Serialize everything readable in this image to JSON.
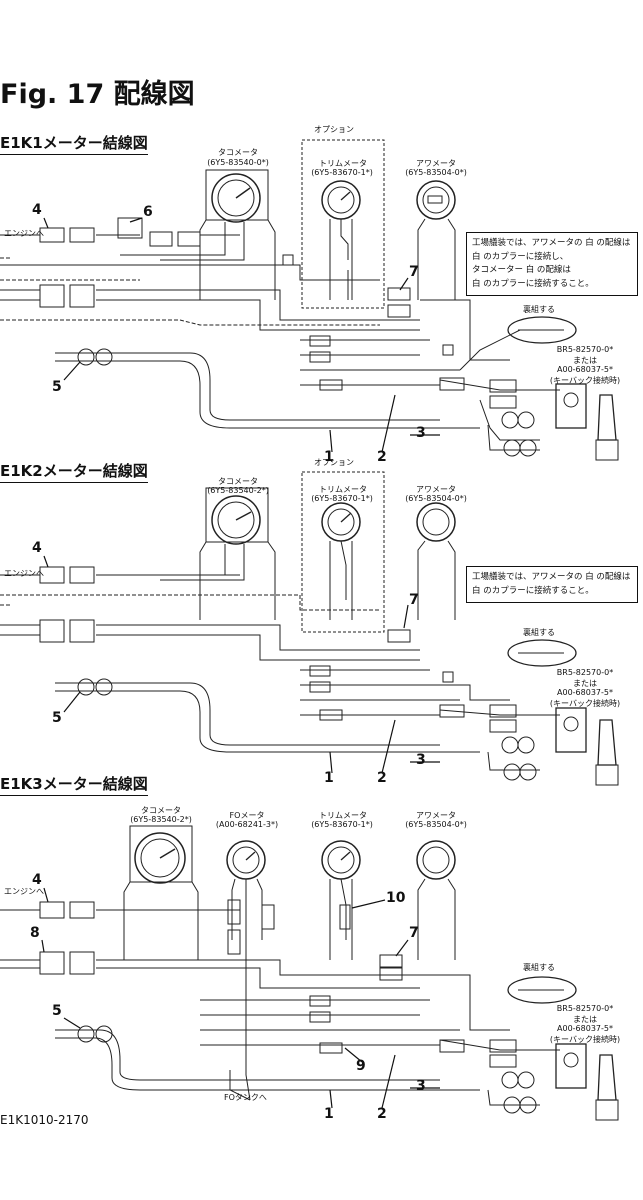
{
  "figure_title": "Fig. 17  配線図",
  "doc_code": "E1K1010-2170",
  "sections": [
    {
      "title": "E1K1メーター結線図",
      "option_label": "オプション",
      "meters": [
        {
          "name": "タコメータ",
          "part": "(6Y5-83540-0*)"
        },
        {
          "name": "トリムメータ",
          "part": "(6Y5-83670-1*)"
        },
        {
          "name": "アワメータ",
          "part": "(6Y5-83504-0*)"
        }
      ],
      "engine_label": "エンジンへ",
      "note_lines": [
        "工場艤装では、アワメータの 白 の配線は",
        "白 のカプラーに接続し、",
        "タコメーター 白 の配線は",
        "白 のカプラーに接続すること。"
      ],
      "buzzer_label": "裏組する",
      "remote_part": "BR5-82570-0*",
      "remote_or": "または",
      "remote_alt": "A00-68037-5*",
      "remote_note": "(キーバック接続時)",
      "callouts": [
        "4",
        "6",
        "7",
        "5",
        "1",
        "2",
        "3"
      ]
    },
    {
      "title": "E1K2メーター結線図",
      "option_label": "オプション",
      "meters": [
        {
          "name": "タコメータ",
          "part": "(6Y5-83540-2*)"
        },
        {
          "name": "トリムメータ",
          "part": "(6Y5-83670-1*)"
        },
        {
          "name": "アワメータ",
          "part": "(6Y5-83504-0*)"
        }
      ],
      "engine_label": "エンジンへ",
      "note_lines": [
        "工場艤装では、アワメータの 白 の配線は",
        "白 のカプラーに接続すること。"
      ],
      "buzzer_label": "裏組する",
      "remote_part": "BR5-82570-0*",
      "remote_or": "または",
      "remote_alt": "A00-68037-5*",
      "remote_note": "(キーバック接続時)",
      "callouts": [
        "4",
        "7",
        "5",
        "1",
        "2",
        "3"
      ]
    },
    {
      "title": "E1K3メーター結線図",
      "meters": [
        {
          "name": "タコメータ",
          "part": "(6Y5-83540-2*)"
        },
        {
          "name": "FOメータ",
          "part": "(A00-68241-3*)"
        },
        {
          "name": "トリムメータ",
          "part": "(6Y5-83670-1*)"
        },
        {
          "name": "アワメータ",
          "part": "(6Y5-83504-0*)"
        }
      ],
      "engine_label": "エンジンへ",
      "fo_tank_label": "FOタンクへ",
      "buzzer_label": "裏組する",
      "remote_part": "BR5-82570-0*",
      "remote_or": "または",
      "remote_alt": "A00-68037-5*",
      "remote_note": "(キーバック接続時)",
      "callouts": [
        "4",
        "10",
        "8",
        "7",
        "5",
        "9",
        "1",
        "2",
        "3"
      ]
    }
  ]
}
